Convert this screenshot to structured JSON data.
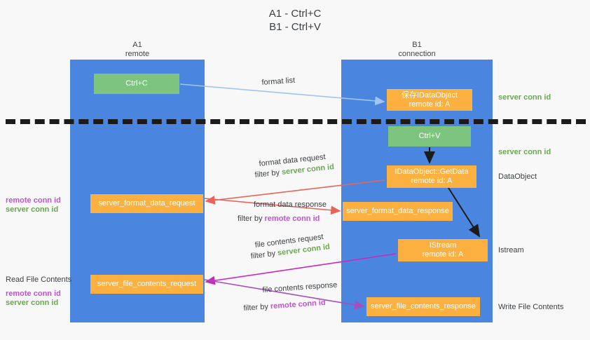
{
  "title": "A1 - Ctrl+C\nB1 - Ctrl+V",
  "lanes": [
    {
      "id": "a1",
      "name": "A1",
      "sub": "remote",
      "header": "A1\nremote"
    },
    {
      "id": "b1",
      "name": "B1",
      "sub": "connection",
      "header": "B1\nconnection"
    }
  ],
  "nodes": {
    "ctrl_c": {
      "line1": "Ctrl+C",
      "line2": "",
      "color": "#7dc57f"
    },
    "idataobject": {
      "line1": "保存IDataObject",
      "line2": "remote id: A",
      "color": "#fbb03f"
    },
    "ctrl_v": {
      "line1": "Ctrl+V",
      "line2": "",
      "color": "#7dc57f"
    },
    "getdata": {
      "line1": "IDataObject::GetData",
      "line2": "remote id: A",
      "color": "#fbb03f"
    },
    "fmt_req": {
      "line1": "server_format_data_request",
      "line2": "",
      "color": "#fbb03f"
    },
    "fmt_resp": {
      "line1": "server_format_data_response",
      "line2": "",
      "color": "#fbb03f"
    },
    "istream": {
      "line1": "IStream",
      "line2": "remote id: A",
      "color": "#fbb03f"
    },
    "file_req": {
      "line1": "server_file_contents_request",
      "line2": "",
      "color": "#fbb03f"
    },
    "file_resp": {
      "line1": "server_file_contents_response",
      "line2": "",
      "color": "#fbb03f"
    }
  },
  "edges": {
    "format_list": {
      "text": "format list"
    },
    "format_data_request": {
      "text": "format data request",
      "filter_prefix": "filter by ",
      "filter_value": "server conn id"
    },
    "format_data_response": {
      "text": "format data response",
      "filter_prefix": "filter by ",
      "filter_value": "remote conn id"
    },
    "file_contents_request": {
      "text": "file contents request",
      "filter_prefix": "filter by ",
      "filter_value": "server conn id"
    },
    "file_contents_response": {
      "text": "file contents response",
      "filter_prefix": "filter by ",
      "filter_value": "remote conn id"
    }
  },
  "right_labels": {
    "server_conn_id_1": "server conn id",
    "server_conn_id_2": "server conn id",
    "dataobject": "DataObject",
    "istream": "Istream",
    "write_file_contents": "Write File Contents"
  },
  "left_labels": {
    "remote_conn_id_1": "remote conn id",
    "server_conn_id_1": "server conn id",
    "read_file_contents": "Read File Contents",
    "remote_conn_id_2": "remote conn id",
    "server_conn_id_2": "server conn id"
  },
  "colors": {
    "background": "#f8f8f8",
    "lane": "#4a86e0",
    "green_node": "#7dc57f",
    "orange_node": "#fbb03f",
    "green_text": "#6aa84f",
    "purple_text": "#c152d4",
    "arrow_blue": "#9fc5f0",
    "arrow_red": "#e8645a",
    "arrow_magenta": "#cc26c0",
    "arrow_purple": "#a64ec0",
    "arrow_black": "#1b1b1b",
    "divider": "#1b1b1b"
  }
}
